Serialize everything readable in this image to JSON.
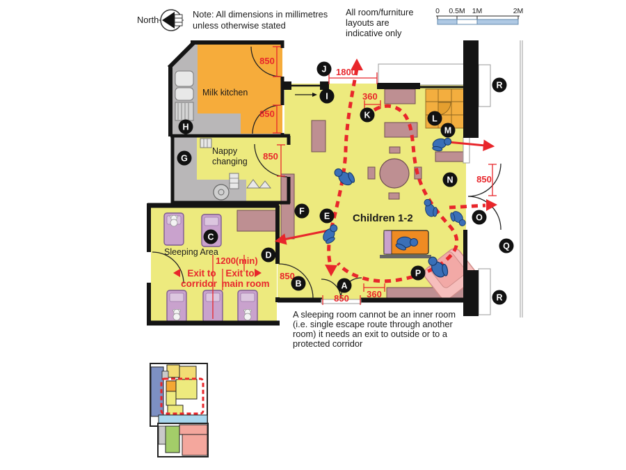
{
  "header": {
    "north_label": "North",
    "note_line1": "Note: All dimensions in millimetres",
    "note_line2": "unless otherwise stated",
    "layout_note_line1": "All room/furniture",
    "layout_note_line2": "layouts are",
    "layout_note_line3": "indicative only"
  },
  "scale_bar": {
    "labels": [
      "0",
      "0.5M",
      "1M",
      "2M"
    ]
  },
  "rooms": {
    "milk_kitchen": "Milk kitchen",
    "nappy_line1": "Nappy",
    "nappy_line2": "changing",
    "sleeping_area": "Sleeping Area",
    "main_room": "Children 1-2"
  },
  "exits": {
    "corridor_line1": "Exit to",
    "corridor_line2": "corridor",
    "main_line1": "Exit to",
    "main_line2": "main room"
  },
  "dimensions": {
    "milk_door_1": "850",
    "milk_door_2": "850",
    "nappy_door": "850",
    "sleeping_door_b": "850",
    "door_a": "850",
    "right_door": "850",
    "opening_top": "1800",
    "gap_top": "360",
    "gap_bottom": "360",
    "aisle": "1200(min)"
  },
  "markers": {
    "a": "A",
    "b": "B",
    "c": "C",
    "d": "D",
    "e": "E",
    "f": "F",
    "g": "G",
    "h": "H",
    "i": "I",
    "j": "J",
    "k": "K",
    "l": "L",
    "m": "M",
    "n": "N",
    "o": "O",
    "p": "P",
    "q": "Q",
    "r_top": "R",
    "r_bottom": "R"
  },
  "notes": {
    "bottom_line1": "A sleeping room cannot be an inner room",
    "bottom_line2": "(i.e. single escape route through another",
    "bottom_line3": "room) it needs an exit to outside or to a",
    "bottom_line4": "protected corridor"
  },
  "colors": {
    "accent_red": "#e8262b",
    "wall_black": "#141414",
    "room_yellow": "#edea7e",
    "room_orange": "#f6ac3b",
    "counter_gray": "#b9b7b8",
    "furniture_mauve": "#be8f92",
    "cot_purple": "#c9a2cd",
    "figure_blue": "#3a6fb7",
    "daybed_orange": "#ef8b22",
    "armchair_pink": "#f6bebc",
    "scalebar_blue": "#afc9e4",
    "keyplan_blue": "#7d90c3",
    "keyplan_lightblue": "#a9d7ee",
    "keyplan_green": "#a3cd69",
    "keyplan_salmon": "#f4a79d",
    "keyplan_yellow": "#f2dc74"
  }
}
